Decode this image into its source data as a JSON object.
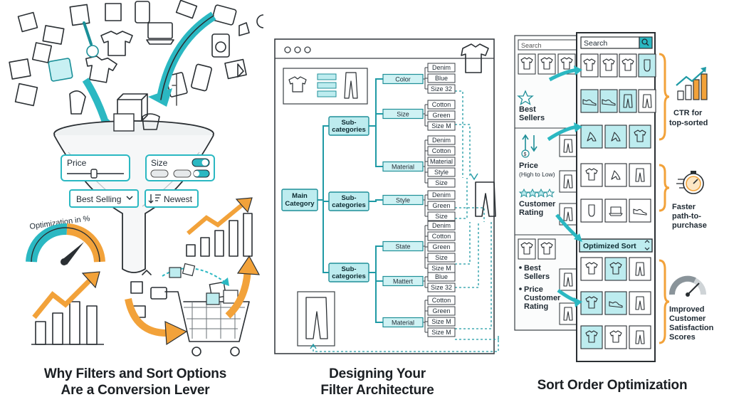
{
  "panel1": {
    "caption_line1": "Why Filters and Sort Options",
    "caption_line2": "Are a Conversion Lever",
    "price_label": "Price",
    "size_label": "Size",
    "sort_best_selling": "Best Selling",
    "sort_newest": "Newest",
    "optimization_label": "Optimization in %",
    "accent_teal": "#2bb8c2",
    "accent_orange": "#f2a23a"
  },
  "panel2": {
    "caption_line1": "Designing Your",
    "caption_line2": "Filter Architecture",
    "main_category": [
      "Main",
      "Category"
    ],
    "subcategories": [
      {
        "lines": [
          "Sub-",
          "categories"
        ]
      },
      {
        "lines": [
          "Sub-",
          "categories"
        ]
      },
      {
        "lines": [
          "Sub-",
          "categories"
        ]
      }
    ],
    "attributes": [
      "Color",
      "Size",
      "Material",
      "Style",
      "State",
      "Mattert",
      "Material"
    ],
    "leaves": {
      "color": [
        "Denim",
        "Blue",
        "Size 32"
      ],
      "size": [
        "Cotton",
        "Green",
        "Size M"
      ],
      "material": [
        "Denim",
        "Cotton",
        "Material",
        "Style",
        "Size"
      ],
      "style": [
        "Denim",
        "Green",
        "Size"
      ],
      "state": [
        "Denim",
        "Cotton",
        "Green",
        "Size",
        "Size M"
      ],
      "mattert": [
        "Blue",
        "Size 32"
      ],
      "material2": [
        "Cotton",
        "Green",
        "Size M",
        "Size M"
      ]
    }
  },
  "panel3": {
    "caption": "Sort Order Optimization",
    "search_left": "Search",
    "search_right": "Search",
    "best_sellers": "Best Sellers",
    "price_high_low": "Price",
    "price_sub": "(High to Low)",
    "customer_rating": "Customer Rating",
    "optimized_sort": "Optimized Sort",
    "list_items": [
      "Best Sellers",
      "Price Customer Rating"
    ],
    "benefits": [
      "CTR for top-sorted",
      "Faster path-to-purchase",
      "Improved Customer Satisfaction Scores"
    ]
  }
}
